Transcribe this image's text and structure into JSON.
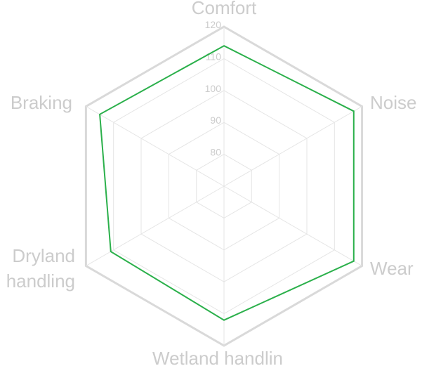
{
  "chart_data": {
    "type": "radar",
    "axes": [
      "Comfort",
      "Noise",
      "Wear",
      "Wetland handlin",
      "Dryland handling",
      "Braking"
    ],
    "axis_label_lines": [
      [
        "Comfort"
      ],
      [
        "Noise"
      ],
      [
        "Wear"
      ],
      [
        "Wetland handlin"
      ],
      [
        "Dryland",
        "handling"
      ],
      [
        "Braking"
      ]
    ],
    "ticks": [
      80,
      90,
      100,
      110,
      120
    ],
    "tick_labels": [
      "80",
      "90",
      "100",
      "110",
      "120"
    ],
    "range": [
      70,
      120
    ],
    "series": [
      {
        "values": [
          114,
          117,
          117,
          112,
          111,
          115
        ]
      }
    ],
    "colors": {
      "series": "#2bb04b",
      "grid_outer": "#d9d9d9",
      "grid_inner": "#e5e5e5",
      "labels": "#cccccc"
    },
    "grid": true,
    "legend": "none"
  }
}
